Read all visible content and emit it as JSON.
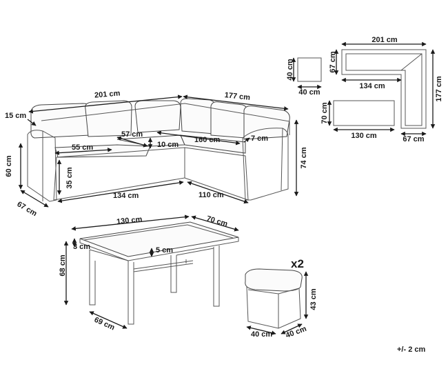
{
  "sofa": {
    "width_back": "201 cm",
    "width_side": "177 cm",
    "arm_depth": "15 cm",
    "seat_width": "55 cm",
    "seat_depth": "57 cm",
    "seat_gap": "10 cm",
    "side_seat_width": "160 cm",
    "arm_width": "7 cm",
    "height": "60 cm",
    "seat_height": "35 cm",
    "front_length": "134 cm",
    "side_length": "110 cm",
    "depth": "67 cm",
    "total_height": "74 cm"
  },
  "plan": {
    "stool_h": "40 cm",
    "stool_w": "40 cm",
    "top_width": "201 cm",
    "top_depth": "67 cm",
    "inner_length": "134 cm",
    "side_length": "177 cm",
    "side_depth": "67 cm",
    "table_depth": "70 cm",
    "table_width": "130 cm"
  },
  "table": {
    "width": "130 cm",
    "depth": "70 cm",
    "top_thickness": "3 cm",
    "frame": "5 cm",
    "height": "68 cm",
    "leg_depth": "69 cm"
  },
  "stool": {
    "quantity": "x2",
    "height": "43 cm",
    "width": "40 cm",
    "depth": "40 cm"
  },
  "tolerance": "+/- 2 cm"
}
